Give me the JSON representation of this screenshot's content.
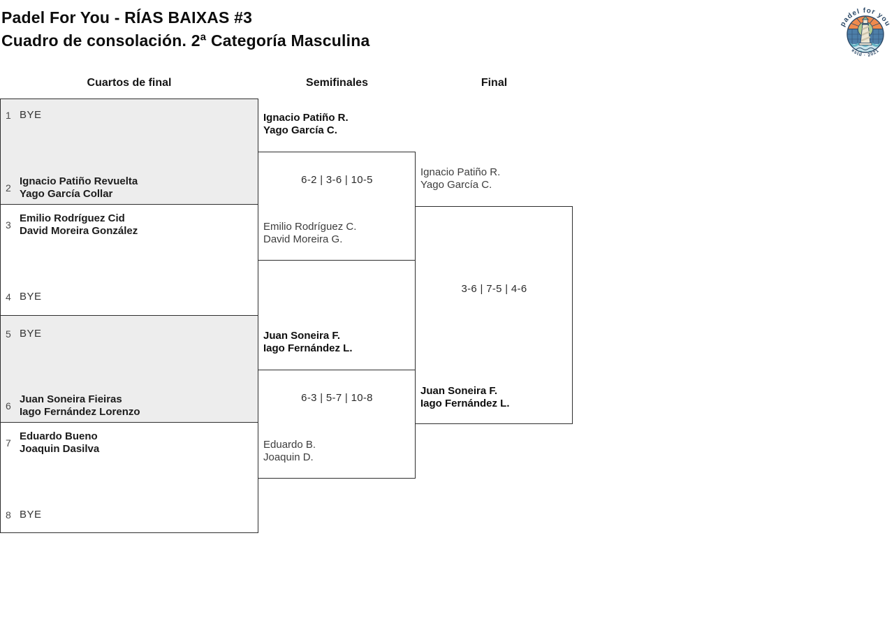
{
  "header": {
    "title_line1": "Padel For You - RÍAS BAIXAS #3",
    "title_line2": "Cuadro de consolación. 2ª Categoría Masculina",
    "logo": {
      "top_text": "padel for you",
      "bottom_text": "estd · 2021"
    }
  },
  "columns": [
    {
      "label": "Cuartos de final"
    },
    {
      "label": "Semifinales"
    },
    {
      "label": "Final"
    }
  ],
  "bracket": {
    "quarterfinals": [
      {
        "top": {
          "seed": "1",
          "lines": [
            "BYE"
          ]
        },
        "bottom": {
          "seed": "2",
          "lines": [
            "Ignacio Patiño Revuelta",
            "Yago García Collar"
          ]
        }
      },
      {
        "top": {
          "seed": "3",
          "lines": [
            "Emilio Rodríguez Cid",
            "David Moreira González"
          ]
        },
        "bottom": {
          "seed": "4",
          "lines": [
            "BYE"
          ]
        }
      },
      {
        "top": {
          "seed": "5",
          "lines": [
            "BYE"
          ]
        },
        "bottom": {
          "seed": "6",
          "lines": [
            "Juan Soneira Fieiras",
            "Iago Fernández Lorenzo"
          ]
        }
      },
      {
        "top": {
          "seed": "7",
          "lines": [
            "Eduardo Bueno",
            "Joaquin Dasilva"
          ]
        },
        "bottom": {
          "seed": "8",
          "lines": [
            "BYE"
          ]
        }
      }
    ],
    "semifinals": [
      {
        "winner": [
          "Ignacio Patiño R.",
          "Yago García C."
        ],
        "score": "6-2 | 3-6 | 10-5",
        "loser": [
          "Emilio Rodríguez C.",
          "David Moreira G."
        ]
      },
      {
        "winner": [
          "Juan Soneira F.",
          "Iago Fernández L."
        ],
        "score": "6-3 | 5-7 | 10-8",
        "loser": [
          "Eduardo B.",
          "Joaquin D."
        ]
      }
    ],
    "final": {
      "top_team": [
        "Ignacio Patiño R.",
        "Yago García C."
      ],
      "score": "3-6 | 7-5 | 4-6",
      "winner": [
        "Juan Soneira F.",
        "Iago Fernández L."
      ]
    }
  },
  "colors": {
    "bye_box_fill": "#ededed",
    "box_border": "#2e2e2e",
    "logo_navy": "#2d4a68",
    "logo_orange": "#ef8a4d",
    "logo_blue": "#4d7ea8",
    "logo_green": "#abcb92",
    "logo_teal": "#62b4c4",
    "logo_cream": "#ece5d2"
  }
}
